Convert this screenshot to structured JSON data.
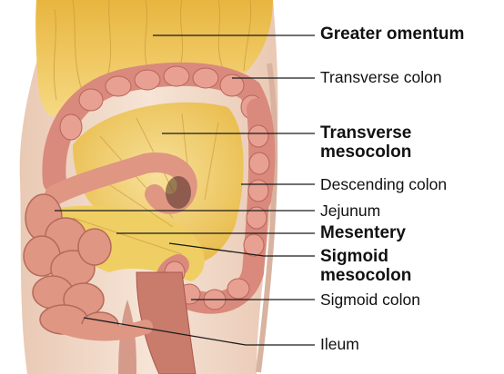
{
  "labels": {
    "greater_omentum": "Greater omentum",
    "transverse_colon": "Transverse colon",
    "transverse_mesocolon_line1": "Transverse",
    "transverse_mesocolon_line2": "mesocolon",
    "descending_colon": "Descending colon",
    "jejunum": "Jejunum",
    "mesentery": "Mesentery",
    "sigmoid_mesocolon_line1": "Sigmoid",
    "sigmoid_mesocolon_line2": "mesocolon",
    "sigmoid_colon": "Sigmoid colon",
    "ileum": "Ileum"
  },
  "colors": {
    "omentum": "#f2c85a",
    "mesentery": "#efcf63",
    "colon": "#d98a7c",
    "colon_dark": "#b9645a",
    "small_intestine": "#df9683",
    "body_wall": "#f1d9c8",
    "leader_line": "#1a1a1a"
  }
}
